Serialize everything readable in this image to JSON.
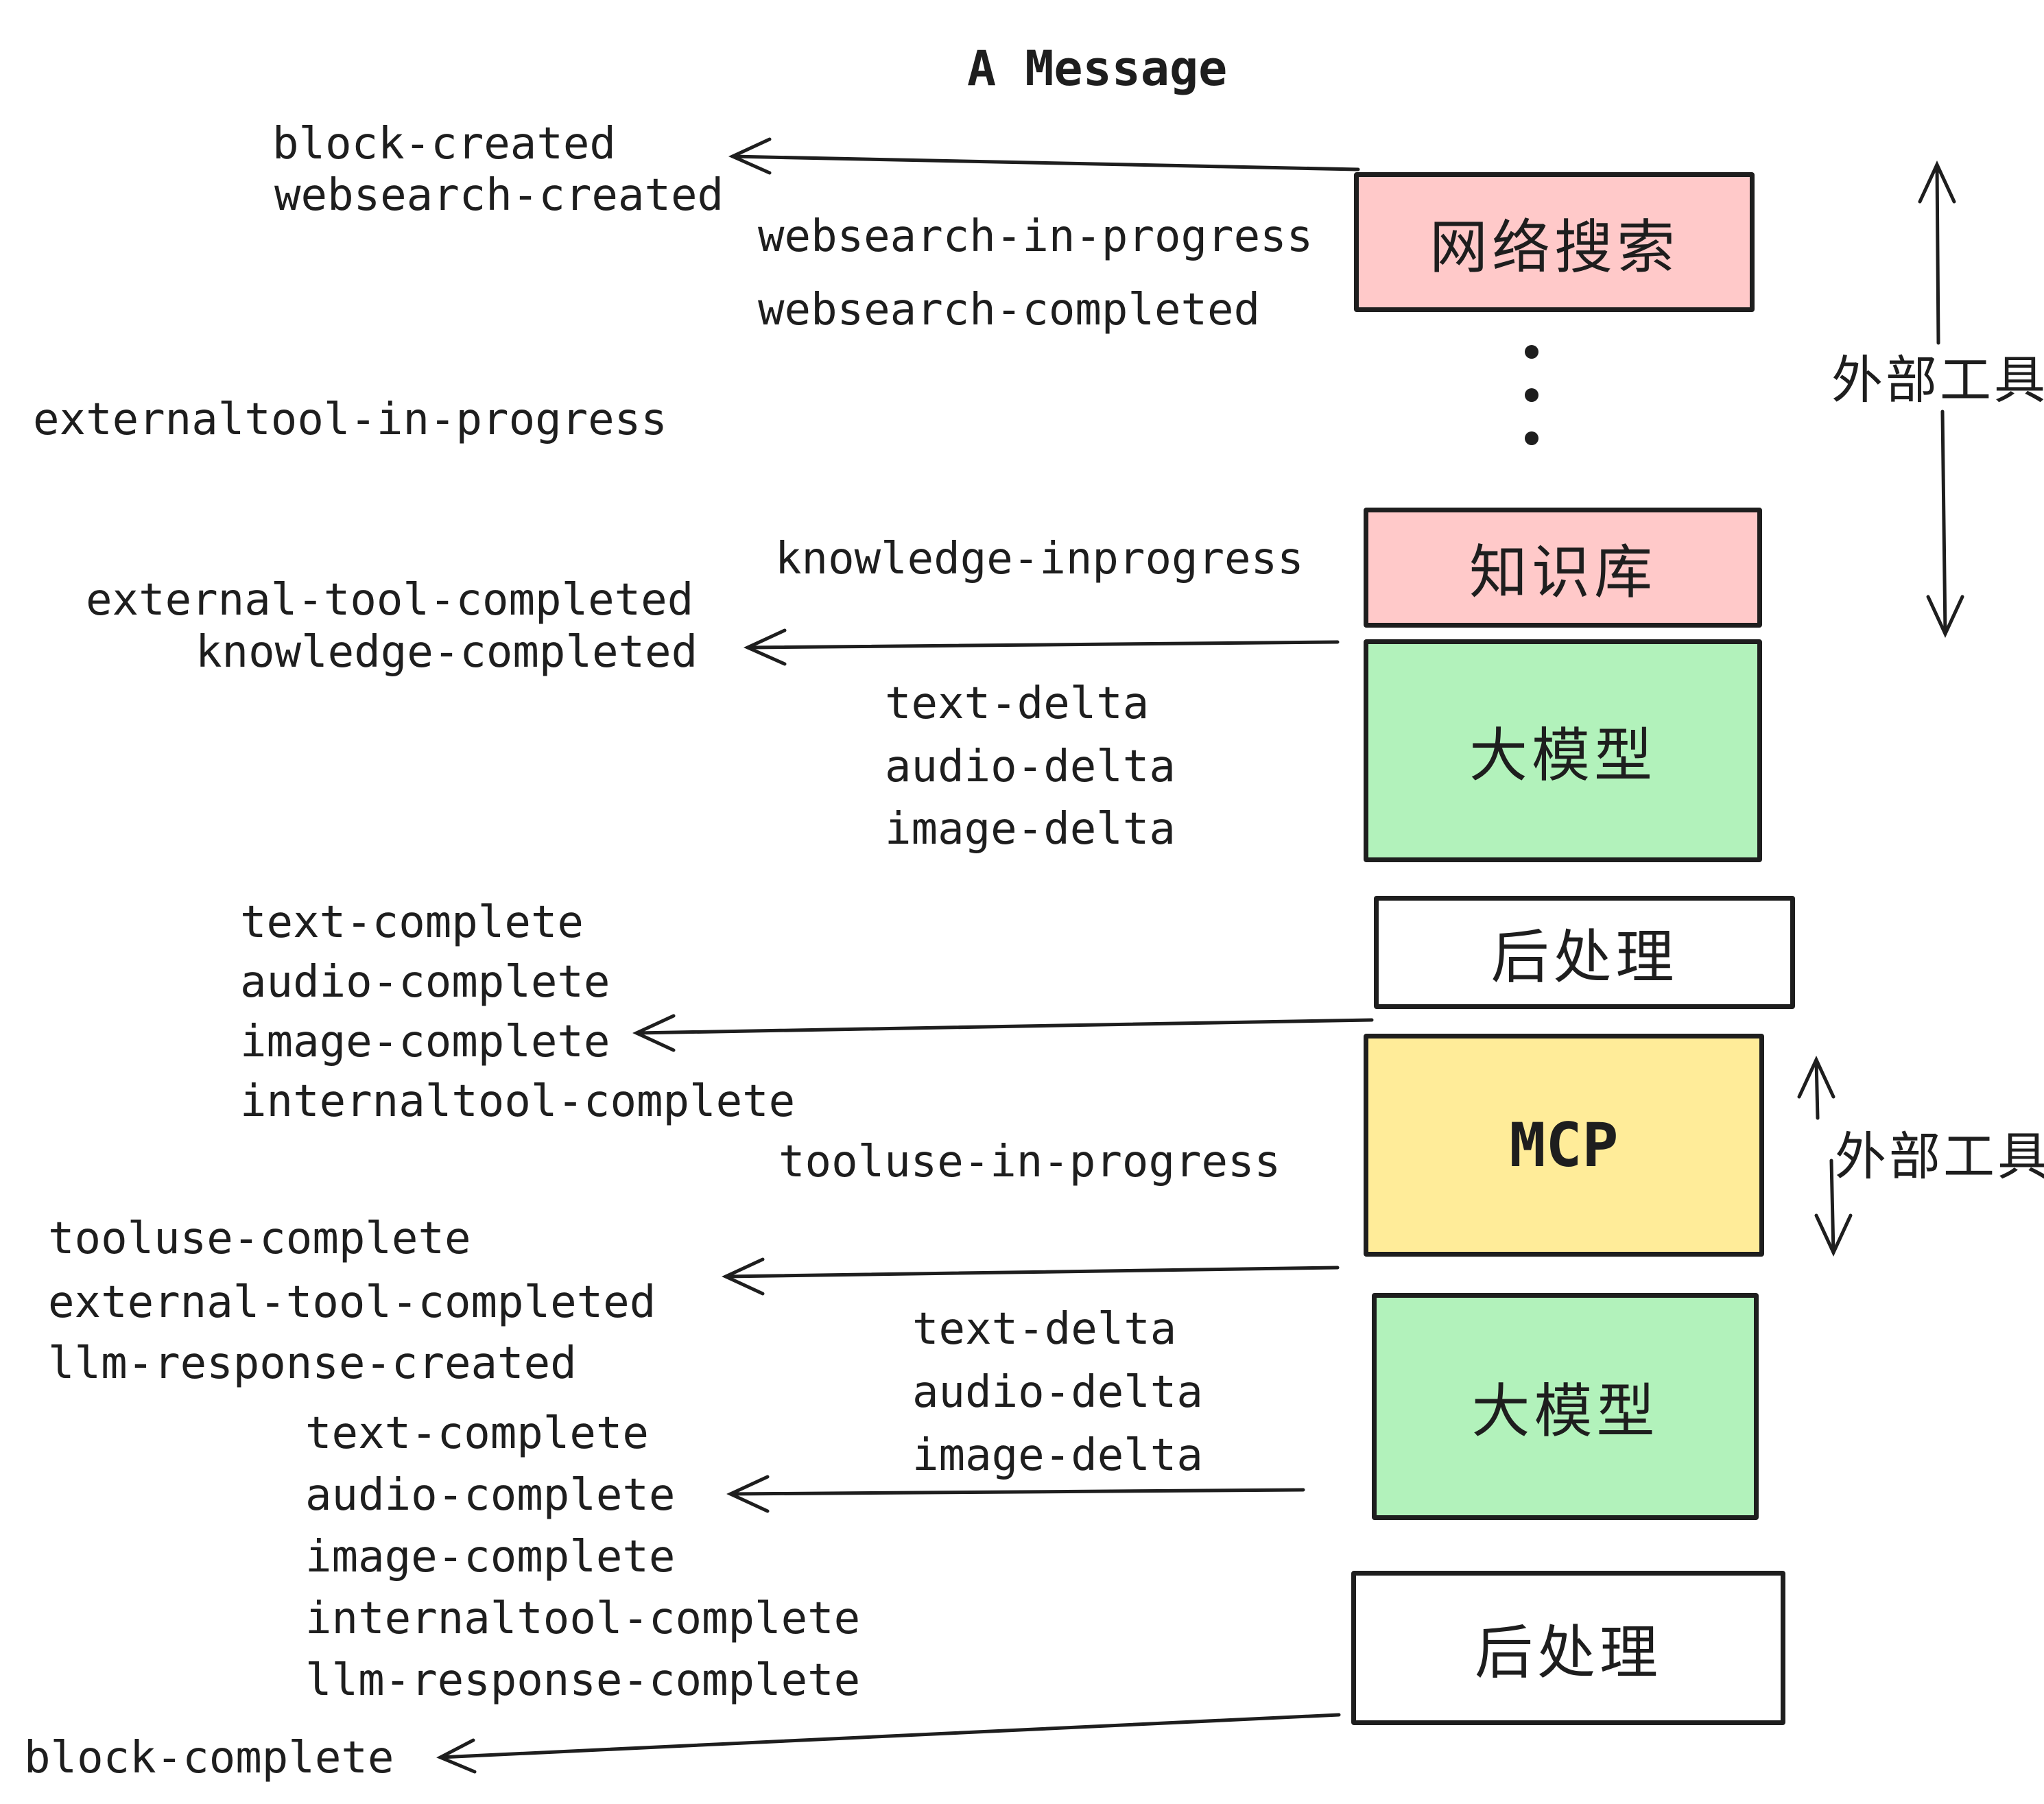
{
  "title": "A Message",
  "colors": {
    "pink": "#ffc9c9",
    "green": "#b2f2bb",
    "yellow": "#ffec99",
    "white": "#ffffff",
    "stroke": "#1e1e1e"
  },
  "boxes": {
    "websearch": {
      "label": "网络搜索"
    },
    "knowledge": {
      "label": "知识库"
    },
    "llm1": {
      "label": "大模型"
    },
    "post1": {
      "label": "后处理"
    },
    "mcp": {
      "label": "MCP"
    },
    "llm2": {
      "label": "大模型"
    },
    "post2": {
      "label": "后处理"
    }
  },
  "side_labels": {
    "top": "外部工具",
    "bottom": "外部工具"
  },
  "events": {
    "block_created": "block-created",
    "websearch_created": "websearch-created",
    "websearch_in_progress": "websearch-in-progress",
    "websearch_completed": "websearch-completed",
    "externaltool_in_progress": "externaltool-in-progress",
    "knowledge_inprogress": "knowledge-inprogress",
    "external_tool_completed_1": "external-tool-completed",
    "knowledge_completed": "knowledge-completed",
    "text_delta_1": "text-delta",
    "audio_delta_1": "audio-delta",
    "image_delta_1": "image-delta",
    "text_complete_1": "text-complete",
    "audio_complete_1": "audio-complete",
    "image_complete_1": "image-complete",
    "internaltool_complete_1": "internaltool-complete",
    "tooluse_in_progress": "tooluse-in-progress",
    "tooluse_complete": "tooluse-complete",
    "external_tool_completed_2": "external-tool-completed",
    "llm_response_created": "llm-response-created",
    "text_delta_2": "text-delta",
    "audio_delta_2": "audio-delta",
    "image_delta_2": "image-delta",
    "text_complete_2": "text-complete",
    "audio_complete_2": "audio-complete",
    "image_complete_2": "image-complete",
    "internaltool_complete_2": "internaltool-complete",
    "llm_response_complete": "llm-response-complete",
    "block_complete": "block-complete"
  }
}
